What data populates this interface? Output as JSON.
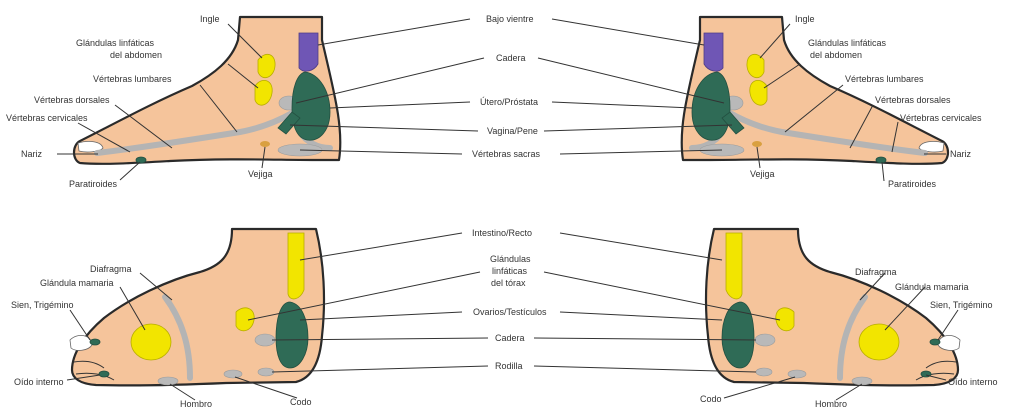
{
  "colors": {
    "skin": "#f5c49b",
    "outline": "#2a2a2a",
    "bone": "#b9b9b9",
    "yellow_zone": "#f2e500",
    "green_zone": "#2f6b56",
    "purple_zone": "#6f56b5"
  },
  "top": {
    "left": {
      "ingle": "Ingle",
      "glandulas_1": "Glándulas linfáticas",
      "glandulas_2": "del abdomen",
      "lumbares": "Vértebras lumbares",
      "dorsales": "Vértebras dorsales",
      "cervicales": "Vértebras cervicales",
      "nariz": "Nariz",
      "paratiroides": "Paratiroides",
      "vejiga": "Vejiga"
    },
    "center": {
      "bajo_vientre": "Bajo vientre",
      "cadera": "Cadera",
      "utero": "Útero/Próstata",
      "vagina": "Vagina/Pene",
      "sacras": "Vértebras sacras"
    },
    "right": {
      "ingle": "Ingle",
      "glandulas_1": "Glándulas linfáticas",
      "glandulas_2": "del abdomen",
      "lumbares": "Vértebras lumbares",
      "dorsales": "Vértebras dorsales",
      "cervicales": "Vértebras cervicales",
      "nariz": "Nariz",
      "paratiroides": "Paratiroides",
      "vejiga": "Vejiga"
    }
  },
  "bottom": {
    "left": {
      "diafragma": "Diafragma",
      "glandula_mamaria": "Glándula mamaria",
      "sien": "Sien, Trigémino",
      "oido": "Oído interno",
      "hombro": "Hombro",
      "codo": "Codo"
    },
    "center": {
      "intestino": "Intestino/Recto",
      "torax_1": "Glándulas",
      "torax_2": "linfáticas",
      "torax_3": "del tórax",
      "ovarios": "Ovarios/Testículos",
      "cadera": "Cadera",
      "rodilla": "Rodilla"
    },
    "right": {
      "diafragma": "Diafragma",
      "glandula_mamaria": "Glándula mamaria",
      "sien": "Sien, Trigémino",
      "oido": "Oído interno",
      "hombro": "Hombro",
      "codo": "Codo"
    }
  }
}
